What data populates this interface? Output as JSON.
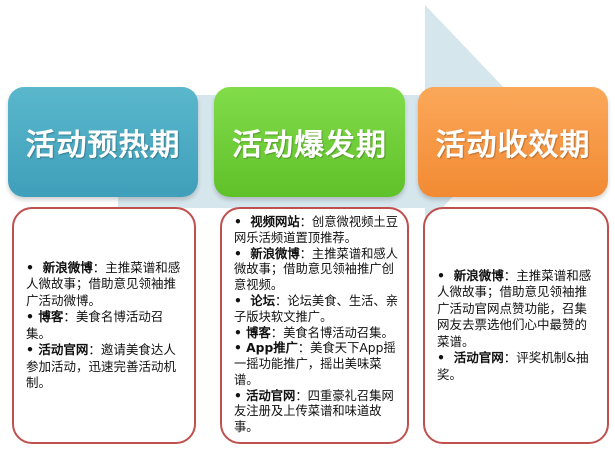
{
  "phases": [
    {
      "title": "活动预热期",
      "color": "#4aaec5",
      "items": [
        {
          "key": "新浪微博",
          "text": "：主推菜谱和感人微故事；借助意见领袖推广活动微博。"
        },
        {
          "key": "博客",
          "text": "：美食名博活动召集。"
        },
        {
          "key": "活动官网",
          "text": "：邀请美食达人参加活动，迅速完善活动机制。"
        }
      ]
    },
    {
      "title": "活动爆发期",
      "color": "#6fcf3a",
      "items": [
        {
          "key": "视频网站",
          "text": "：创意微视频土豆网乐活频道置顶推荐。"
        },
        {
          "key": "新浪微博",
          "text": "：主推菜谱和感人微故事；借助意见领袖推广创意视频。"
        },
        {
          "key": "论坛",
          "text": "：论坛美食、生活、亲子版块软文推广。"
        },
        {
          "key": "博客",
          "text": "：美食名博活动召集。"
        },
        {
          "key": "App推广",
          "text": "：美食天下App摇一摇功能推广，摇出美味菜谱。"
        },
        {
          "key": "活动官网",
          "text": "：四重豪礼召集网友注册及上传菜谱和味道故事。"
        }
      ]
    },
    {
      "title": "活动收效期",
      "color": "#f7963f",
      "items": [
        {
          "key": "新浪微博",
          "text": "：主推菜谱和感人微故事；借助意见领袖推广活动官网点赞功能，召集网友去票选他们心中最赞的菜谱。"
        },
        {
          "key": "活动官网",
          "text": "：评奖机制&抽奖。"
        }
      ]
    }
  ],
  "colors": {
    "arrow": "#d5e5ec",
    "box_border": "#c0504d"
  }
}
